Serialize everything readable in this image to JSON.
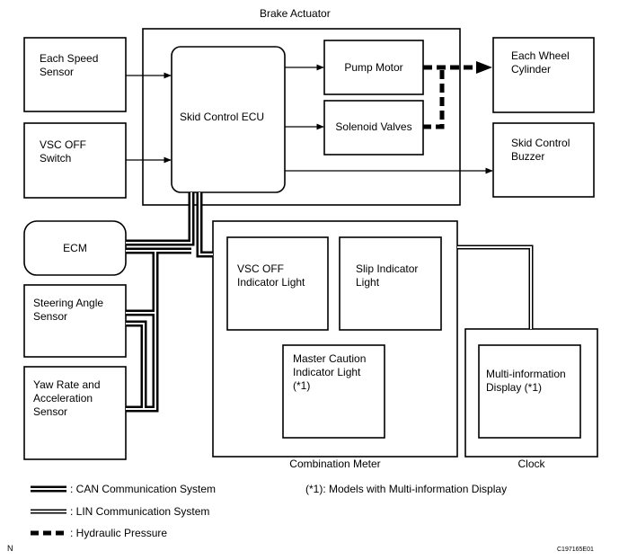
{
  "diagram": {
    "brake_actuator": "Brake Actuator",
    "each_speed_sensor": "Each Speed\nSensor",
    "vsc_off_switch": "VSC OFF\nSwitch",
    "skid_control_ecu": "Skid Control ECU",
    "pump_motor": "Pump Motor",
    "solenoid_valves": "Solenoid Valves",
    "each_wheel_cylinder": "Each Wheel\nCylinder",
    "skid_control_buzzer": "Skid Control\nBuzzer",
    "ecm": "ECM",
    "steering_angle_sensor": "Steering Angle\nSensor",
    "yaw_rate_sensor": "Yaw Rate and\nAcceleration\nSensor",
    "vsc_off_indicator": "VSC OFF\nIndicator Light",
    "slip_indicator": "Slip Indicator\nLight",
    "master_caution": "Master Caution\nIndicator Light\n(*1)",
    "multi_info_display": "Multi-information\nDisplay (*1)",
    "combination_meter": "Combination Meter",
    "clock": "Clock",
    "note": "(*1): Models with Multi-information Display",
    "corner_left": "N",
    "corner_right": "C197165E01"
  },
  "legend": {
    "can": ": CAN Communication System",
    "lin": ": LIN Communication System",
    "hydraulic": ": Hydraulic Pressure"
  }
}
